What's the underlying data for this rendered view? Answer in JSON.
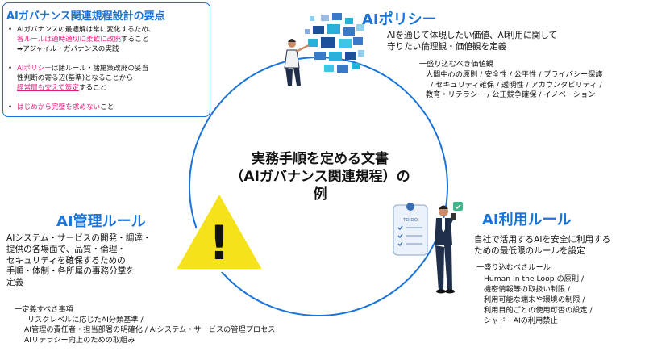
{
  "key_points": {
    "title": "AIガバナンス関連規程設計の要点",
    "bullet_char": "•",
    "items": [
      {
        "line1": "AIガバナンスの最適解は常に変化するため、",
        "line2_hl": "各ルールは適時適切に柔軟に改廃",
        "line2_rest": "すること",
        "line3_arrow": "➡",
        "line3_ul": "アジャイル・ガバナンス",
        "line3_rest": "の実践"
      },
      {
        "line1_hl": "AIポリシー",
        "line1_rest": "は諸ルール・諸施策改廃の妥当",
        "line2": "性判断の寄る辺(基準)となることから",
        "line3_hl": "経営層も交えて策定",
        "line3_rest": "すること"
      },
      {
        "line1_hl": "はじめから完璧を求めない",
        "line1_rest": "こと"
      }
    ]
  },
  "center_text": {
    "line1": "実務手順を定める文書",
    "line2": "（AIガバナンス関連規程）の",
    "line3": "例"
  },
  "ai_policy": {
    "heading": "AIポリシー",
    "desc": [
      "AIを通じて体現したい価値、AI利用に関して",
      "守りたい倫理観・価値観を定義"
    ],
    "list_title": "一盛り込むべき価値観",
    "list": [
      "人間中心の原則 / 安全性 / 公平性 / プライバシー保護",
      "/ セキュリティ確保 / 透明性 / アカウンタビリティ /",
      "教育・リテラシー / 公正競争確保 / イノベーション"
    ]
  },
  "ai_management": {
    "heading": "AI管理ルール",
    "desc": [
      "AIシステム・サービスの開発・調達・",
      "提供の各場面で、品質・倫理・",
      "セキュリティを確保するための",
      "手順・体制・各所属の事務分掌を",
      "定義"
    ],
    "list_title": "一定義すべき事項",
    "list": [
      "リスクレベルに応じたAI分類基準 /",
      "AI管理の責任者・担当部署の明確化 / AIシステム・サービスの管理プロセス",
      "AIリテラシー向上のための取組み"
    ]
  },
  "ai_usage": {
    "heading": "AI利用ルール",
    "desc": [
      "自社で活用するAIを安全に利用する",
      "ための最低限のルールを設定"
    ],
    "list_title": "一盛り込むべきルール",
    "list": [
      "Human In the Loop の原則 /",
      " 機密情報等の取扱い制限 /",
      " 利用可能な端末や環境の制限 /",
      "利用目的ごとの使用可否の設定 /",
      "シャドーAIの利用禁止"
    ]
  },
  "clipboard": {
    "label": "TO DO"
  },
  "warning_icon": {
    "symbol": "!"
  },
  "colors": {
    "accent": "#1a73d9",
    "highlight": "#e6197d",
    "warning": "#f5e21b"
  }
}
